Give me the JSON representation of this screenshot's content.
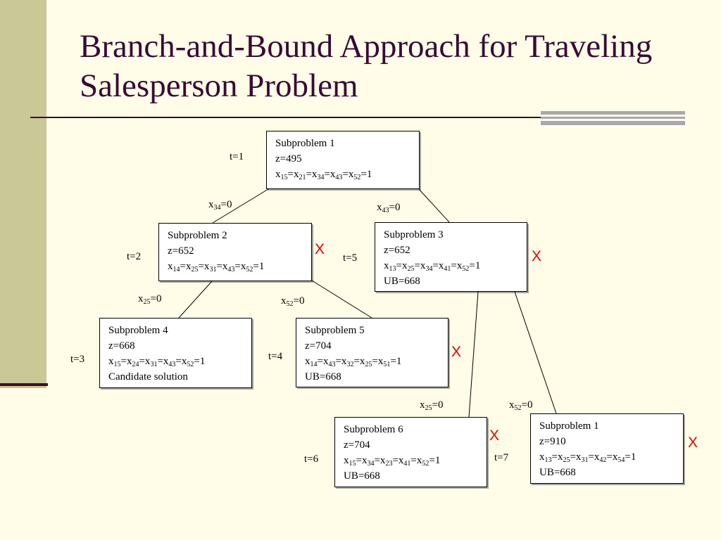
{
  "title": "Branch-and-Bound Approach for Traveling Salesperson Problem",
  "prune_mark": "X",
  "prune_color": "#e00000",
  "title_color": "#3a0a33",
  "nodes": {
    "sp1": {
      "name": "Subproblem 1",
      "z": "z=495",
      "constraints": "x{15}=x{21}=x{34}=x{43}=x{52}=1",
      "note": "",
      "t": "t=1",
      "pruned": false
    },
    "sp2": {
      "name": "Subproblem 2",
      "z": "z=652",
      "constraints": "x{14}=x{25}=x{31}=x{43}=x{52}=1",
      "note": "",
      "t": "t=2",
      "pruned": true
    },
    "sp3": {
      "name": "Subproblem 3",
      "z": "z=652",
      "constraints": "x{13}=x{25}=x{34}=x{41}=x{52}=1",
      "note": "UB=668",
      "t": "t=5",
      "pruned": true
    },
    "sp4": {
      "name": "Subproblem 4",
      "z": "z=668",
      "constraints": "x{15}=x{24}=x{31}=x{43}=x{52}=1",
      "note": "Candidate solution",
      "t": "t=3",
      "pruned": false
    },
    "sp5": {
      "name": "Subproblem 5",
      "z": "z=704",
      "constraints": "x{14}=x{43}=x{32}=x{25}=x{51}=1",
      "note": "UB=668",
      "t": "t=4",
      "pruned": true
    },
    "sp6": {
      "name": "Subproblem 6",
      "z": "z=704",
      "constraints": "x{15}=x{34}=x{23}=x{41}=x{52}=1",
      "note": "UB=668",
      "t": "t=6",
      "pruned": true
    },
    "sp7": {
      "name": "Subproblem 1",
      "z": "z=910",
      "constraints": "x{13}=x{25}=x{31}=x{42}=x{54}=1",
      "note": "UB=668",
      "t": "t=7",
      "pruned": true
    }
  },
  "edges": [
    {
      "from": "sp1",
      "to": "sp2",
      "label": "x{34}=0"
    },
    {
      "from": "sp1",
      "to": "sp3",
      "label": "x{43}=0"
    },
    {
      "from": "sp2",
      "to": "sp4",
      "label": "x{25}=0"
    },
    {
      "from": "sp2",
      "to": "sp5",
      "label": "x{52}=0"
    },
    {
      "from": "sp3",
      "to": "sp6",
      "label": "x{25}=0"
    },
    {
      "from": "sp3",
      "to": "sp7",
      "label": "x{52}=0"
    }
  ]
}
